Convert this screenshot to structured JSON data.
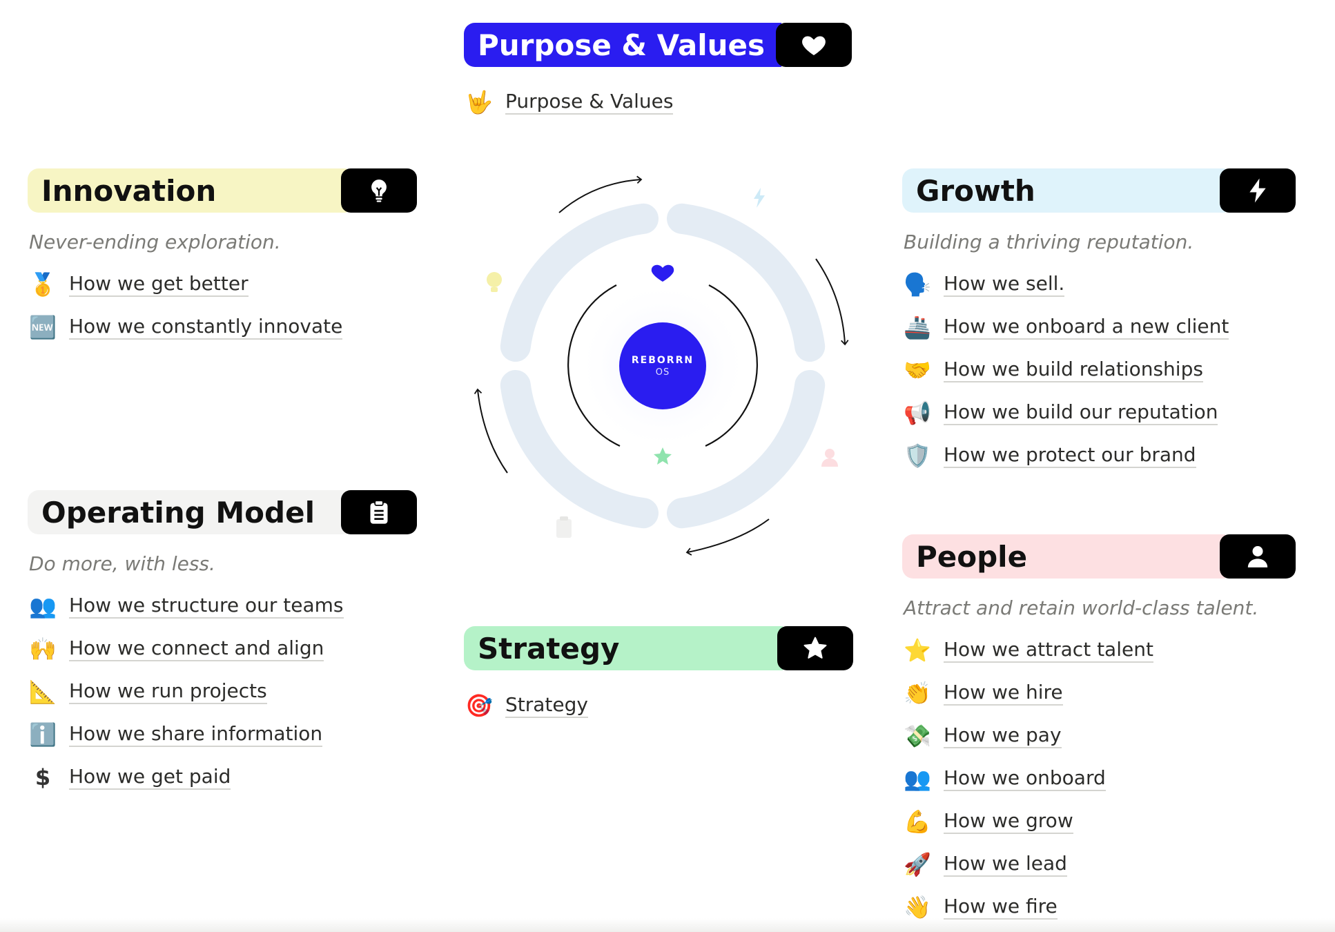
{
  "purpose": {
    "title": "Purpose & Values",
    "title_bg": "#2a1df0",
    "icon": "heart-icon",
    "links": [
      {
        "emoji": "🤟",
        "label": "Purpose & Values"
      }
    ]
  },
  "innovation": {
    "title": "Innovation",
    "title_bg": "#f7f5c4",
    "icon": "lightbulb-icon",
    "tagline": "Never-ending exploration.",
    "links": [
      {
        "emoji": "🥇",
        "label": "How we get better"
      },
      {
        "emoji": "🆕",
        "label": "How we constantly innovate"
      }
    ]
  },
  "operating_model": {
    "title": "Operating Model",
    "title_bg": "#f3f3f2",
    "icon": "clipboard-icon",
    "tagline": "Do more, with less.",
    "links": [
      {
        "emoji": "👥",
        "label": "How we structure our teams"
      },
      {
        "emoji": "🙌",
        "label": "How we connect and align"
      },
      {
        "emoji": "📐",
        "label": "How we run projects"
      },
      {
        "emoji": "ℹ️",
        "label": "How we share information"
      },
      {
        "emoji": "$",
        "label": "How we get paid"
      }
    ]
  },
  "strategy": {
    "title": "Strategy",
    "title_bg": "#b5f2c8",
    "icon": "star-icon",
    "links": [
      {
        "emoji": "🎯",
        "label": "Strategy"
      }
    ]
  },
  "growth": {
    "title": "Growth",
    "title_bg": "#dff3fb",
    "icon": "lightning-icon",
    "tagline": "Building a thriving reputation.",
    "links": [
      {
        "emoji": "🗣️",
        "label": "How we sell."
      },
      {
        "emoji": "🚢",
        "label": "How we onboard a new client"
      },
      {
        "emoji": "🤝",
        "label": "How we build relationships"
      },
      {
        "emoji": "📢",
        "label": "How we build our reputation"
      },
      {
        "emoji": "🛡️",
        "label": "How we protect our brand"
      }
    ]
  },
  "people": {
    "title": "People",
    "title_bg": "#fde0e2",
    "icon": "person-icon",
    "tagline": "Attract and retain world-class talent.",
    "links": [
      {
        "emoji": "⭐",
        "label": "How we attract talent"
      },
      {
        "emoji": "👏",
        "label": "How we hire"
      },
      {
        "emoji": "💸",
        "label": "How we pay"
      },
      {
        "emoji": "👥",
        "label": "How we onboard"
      },
      {
        "emoji": "💪",
        "label": "How we grow"
      },
      {
        "emoji": "🚀",
        "label": "How we lead"
      },
      {
        "emoji": "👋",
        "label": "How we fire"
      }
    ]
  },
  "diagram": {
    "logo_line1": "REBORRN",
    "logo_line2": "OS",
    "core_color": "#2a1df0",
    "ring_color": "#e4ecf4"
  }
}
